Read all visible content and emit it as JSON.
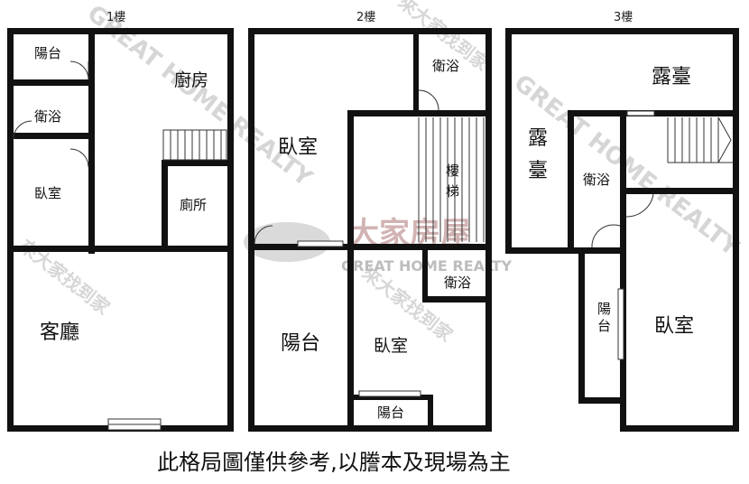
{
  "floors": [
    {
      "label": "1樓",
      "rooms": {
        "balcony": "陽台",
        "kitchen": "廚房",
        "bath": "衛浴",
        "bedroom": "臥室",
        "toilet": "廁所",
        "living": "客廳"
      }
    },
    {
      "label": "2樓",
      "rooms": {
        "bath_top": "衛浴",
        "bedroom_top": "臥室",
        "stair_1": "樓",
        "stair_2": "梯",
        "bath_mid": "衛浴",
        "balcony_left": "陽台",
        "bedroom_bottom": "臥室",
        "balcony_bottom": "陽台"
      }
    },
    {
      "label": "3樓",
      "rooms": {
        "terrace_top": "露臺",
        "terrace_left_1": "露",
        "terrace_left_2": "臺",
        "bath": "衛浴",
        "balcony_1": "陽",
        "balcony_2": "台",
        "bedroom": "臥室"
      }
    }
  ],
  "watermark": {
    "logo_cn": "大家房屋",
    "logo_en": "GREAT HOME REALTY",
    "slogan": "來大家找到家"
  },
  "disclaimer": "此格局圖僅供參考,以謄本及現場為主",
  "colors": {
    "wall": "#111111",
    "background": "#ffffff",
    "watermark": "#c9c9c9",
    "logo_red": "#d2b3b3"
  }
}
